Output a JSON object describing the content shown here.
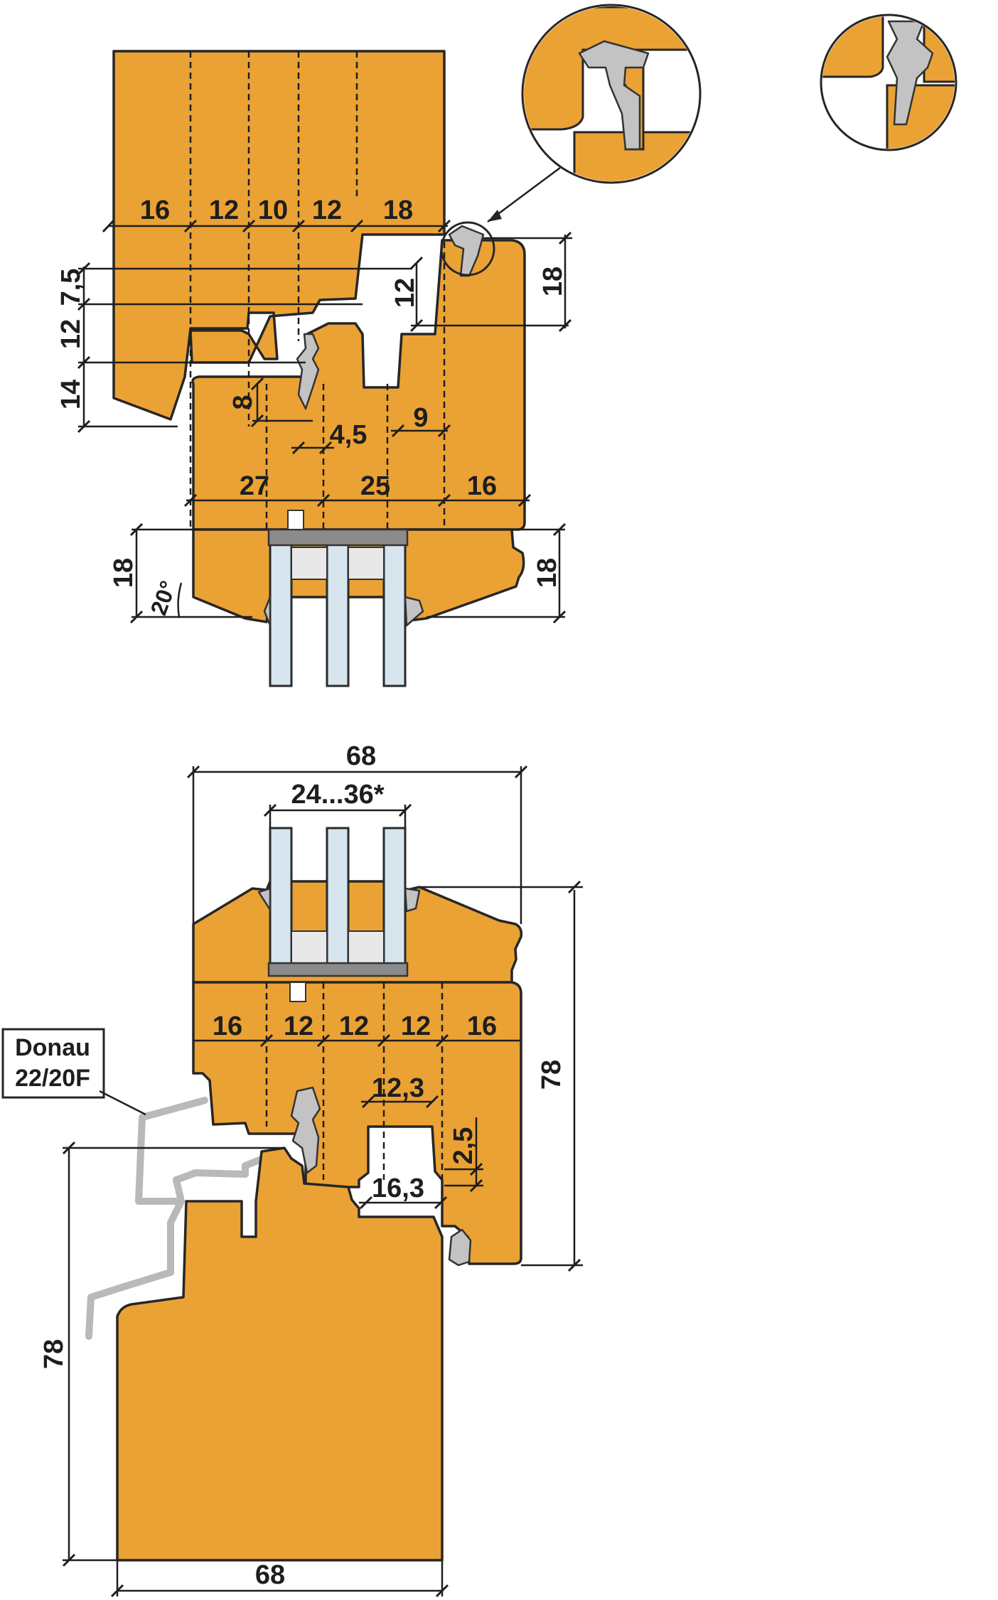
{
  "top_section": {
    "col_widths": [
      "16",
      "12",
      "10",
      "12",
      "18"
    ],
    "left_dims": [
      "7,5",
      "12",
      "14"
    ],
    "small_dims": {
      "d8": "8",
      "d4_5": "4,5",
      "d9": "9",
      "d12": "12"
    },
    "right_dim": "18",
    "bottom_widths": [
      "27",
      "25",
      "16"
    ],
    "sash_height_left": "18",
    "sash_height_right": "18",
    "angle": "20°"
  },
  "bottom_section": {
    "overall_width_top": "68",
    "glass_range": "24...36*",
    "col_widths": [
      "16",
      "12",
      "12",
      "12",
      "16"
    ],
    "groove_width": "12,3",
    "groove_depth": "2,5",
    "rebate_width": "16,3",
    "right_height": "78",
    "left_height": "78",
    "overall_width_bottom": "68",
    "profile_label_line1": "Donau",
    "profile_label_line2": "22/20F"
  },
  "colors": {
    "wood": "#eba234",
    "glass": "#d7e5ee",
    "seal": "#c3c3c3",
    "outline": "#262626"
  }
}
